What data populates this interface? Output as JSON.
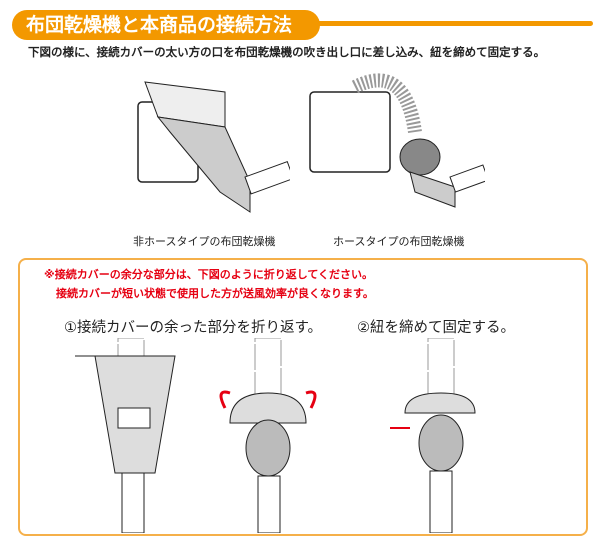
{
  "header": {
    "title": "布団乾燥機と本商品の接続方法"
  },
  "instruction": "下図の様に、接続カバーの太い方の口を布団乾燥機の吹き出し口に差し込み、紐を締めて固定する。",
  "figures": [
    {
      "caption": "非ホースタイプの布団乾燥機"
    },
    {
      "caption": "ホースタイプの布団乾燥機"
    }
  ],
  "note": {
    "line1": "※接続カバーの余分な部分は、下図のように折り返してください。",
    "line2": "接続カバーが短い状態で使用した方が送風効率が良くなります。"
  },
  "steps": [
    {
      "label": "①接続カバーの余った部分を折り返す。"
    },
    {
      "label": "②紐を締めて固定する。"
    }
  ],
  "colors": {
    "accent": "#f39800",
    "note": "#e60012",
    "box_border": "#f5b04a"
  }
}
